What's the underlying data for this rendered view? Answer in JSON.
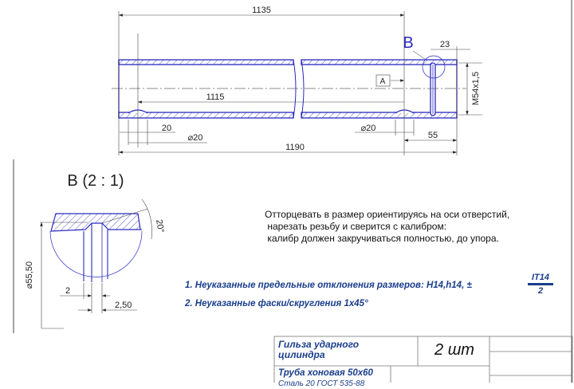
{
  "drawing": {
    "dimensions": {
      "overall_length": "1135",
      "total_length": "1190",
      "hole_spacing": "1115",
      "hole_offset": "20",
      "hole_diameter_left": "⌀20",
      "hole_diameter_right": "⌀20",
      "end_length": "55",
      "groove_offset": "23",
      "thread": "M54x1,5"
    },
    "section_marker": "B",
    "datum": "A",
    "detail": {
      "title": "B (2 : 1)",
      "angle": "20°",
      "diameter": "⌀55,50",
      "width_a": "2",
      "width_b": "2,50"
    },
    "colors": {
      "line": "#2a2ac0",
      "text_blue": "#1a3e8c"
    }
  },
  "notes": {
    "lines": [
      "Отторцевать в размер ориентируясь на оси отверстий,",
      " нарезать резьбу и сверится с калибром:",
      " калибр должен закручиваться полностью, до упора."
    ]
  },
  "requirements": {
    "item1": "1. Неуказанные предельные отклонения размеров: H14,h14, ±",
    "item1_num": "IT14",
    "item1_den": "2",
    "item2": "2. Неуказанные фаски/скругления 1x45°"
  },
  "title_block": {
    "part_name_line1": "Гильза ударного",
    "part_name_line2": "цилиндра",
    "quantity": "2 шт",
    "material_line1": "Труба хоновая 50х60",
    "material_line2": "Сталь 20 ГОСТ 535-88"
  }
}
